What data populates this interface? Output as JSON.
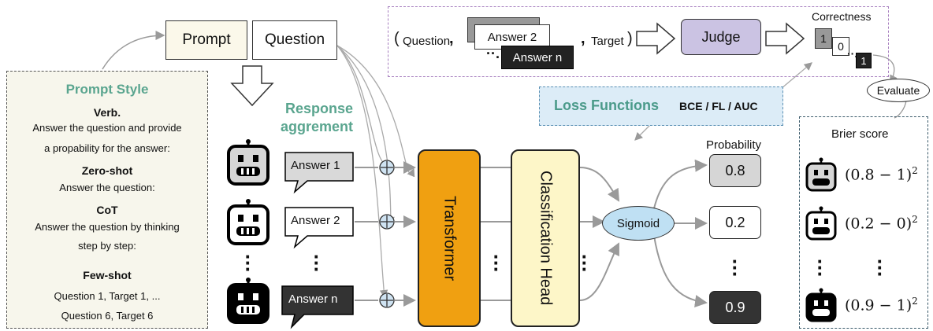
{
  "prompt_style": {
    "title": "Prompt Style",
    "verb_title": "Verb.",
    "verb_text_1": "Answer the question and provide",
    "verb_text_2": "a propability for the answer:",
    "zeroshot_title": "Zero-shot",
    "zeroshot_text": "Answer the question:",
    "cot_title": "CoT",
    "cot_text_1": "Answer the question by thinking",
    "cot_text_2": "step by step:",
    "fewshot_title": "Few-shot",
    "fewshot_text_1": "Question 1, Target 1, ...",
    "fewshot_text_2": "Question 6, Target 6"
  },
  "input": {
    "prompt": "Prompt",
    "question": "Question"
  },
  "response_agreement": {
    "line1": "Response",
    "line2": "aggrement"
  },
  "answers": [
    "Answer 1",
    "Answer 2",
    "Answer n"
  ],
  "model": {
    "transformer": "Transformer",
    "head": "Classification Head",
    "sigmoid": "Sigmoid"
  },
  "probability": {
    "label": "Probability",
    "values": [
      "0.8",
      "0.2",
      "0.9"
    ]
  },
  "judge_panel": {
    "open_paren": "(",
    "question": "Question",
    "comma1": ",",
    "answer_2": "Answer 2",
    "answer_n": "Answer n",
    "comma2": ",",
    "target": "Target",
    "close_paren": ")",
    "judge": "Judge",
    "correctness_label": "Correctness",
    "correctness_values": [
      "1",
      "0",
      "1"
    ]
  },
  "loss": {
    "label": "Loss Functions",
    "types": "BCE / FL / AUC"
  },
  "evaluate": "Evaluate",
  "brier": {
    "title": "Brier score",
    "rows": [
      {
        "p": "0.8",
        "y": "1"
      },
      {
        "p": "0.2",
        "y": "0"
      },
      {
        "p": "0.9",
        "y": "1"
      }
    ]
  },
  "colors": {
    "prompt_style_title": "#5aa58f",
    "response_agreement": "#5aa58f",
    "loss_label": "#4a9a8a",
    "transformer_fill": "#f0a011",
    "head_fill": "#fdf6c8",
    "sigmoid_fill": "#bfe0f3",
    "judge_fill": "#cbc3e3",
    "loss_fill": "#dcecf7",
    "prompt_fill": "#fbf8ea",
    "prompt_style_fill": "#f7f6ec"
  }
}
